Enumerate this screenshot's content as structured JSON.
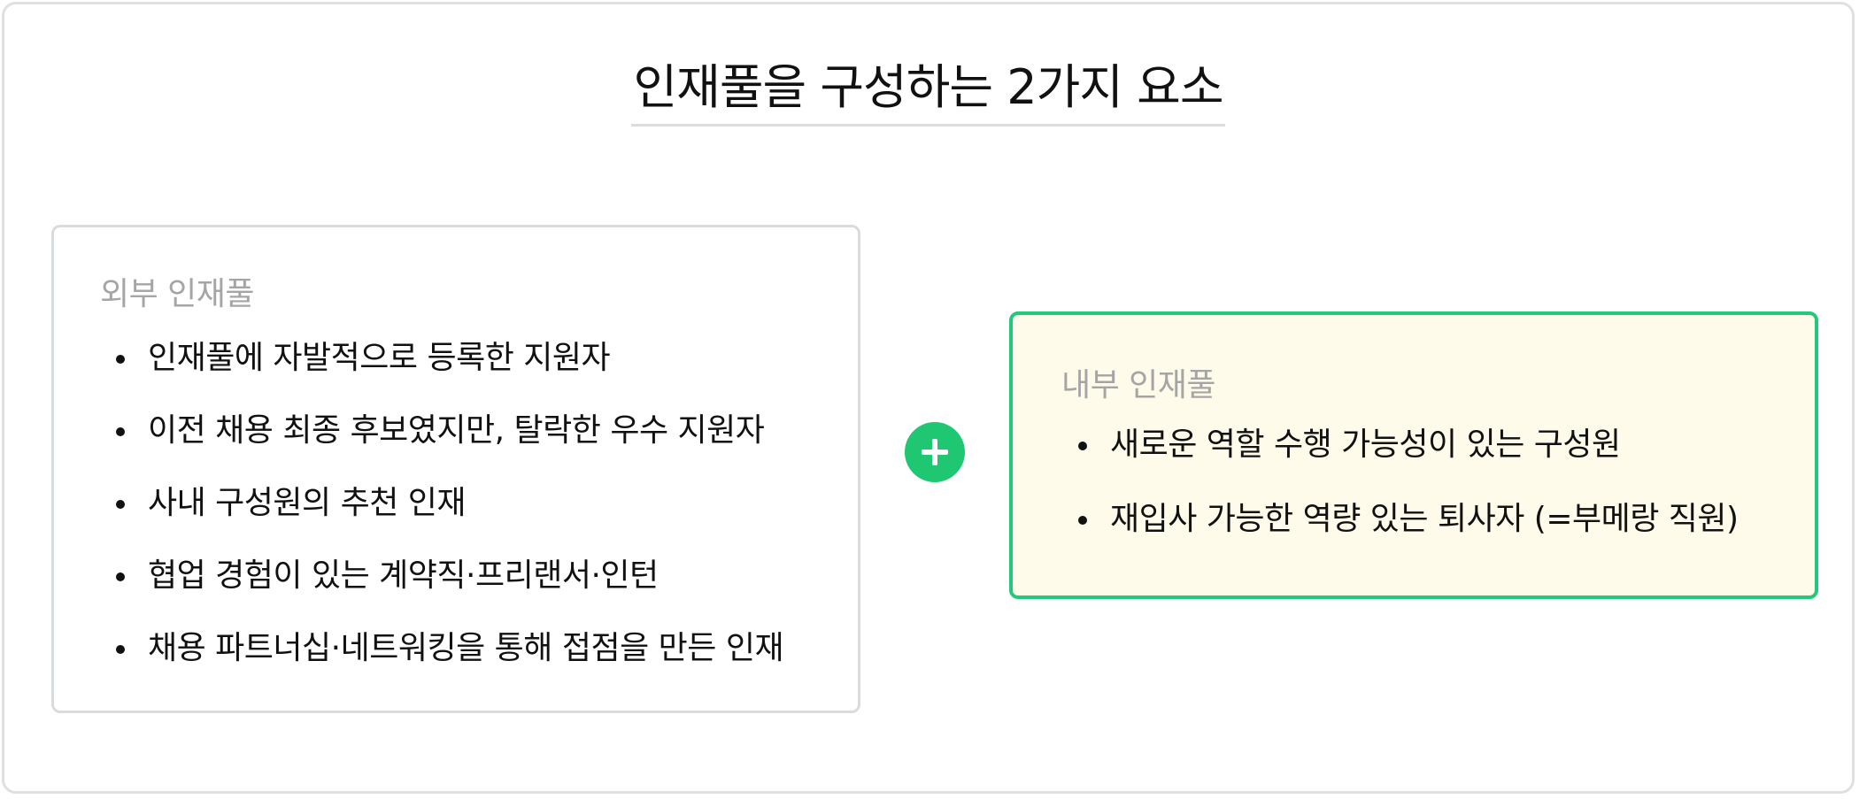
{
  "title": "인재풀을 구성하는 2가지 요소",
  "external": {
    "label": "외부 인재풀",
    "items": [
      "인재풀에 자발적으로 등록한 지원자",
      "이전 채용 최종 후보였지만, 탈락한 우수 지원자",
      "사내 구성원의 추천 인재",
      "협업 경험이 있는 계약직·프리랜서·인턴",
      "채용 파트너십·네트워킹을 통해 접점을 만든 인재"
    ]
  },
  "connector": {
    "icon": "plus-icon"
  },
  "internal": {
    "label": "내부 인재풀",
    "items": [
      "새로운 역할 수행 가능성이 있는 구성원",
      "재입사 가능한 역량 있는 퇴사자 (=부메랑 직원)"
    ]
  },
  "colors": {
    "accent_green": "#1fc772",
    "internal_border": "#22c97a",
    "internal_background": "#fefbea",
    "external_border": "#d9dcde",
    "label_gray": "#a5a5a5"
  }
}
